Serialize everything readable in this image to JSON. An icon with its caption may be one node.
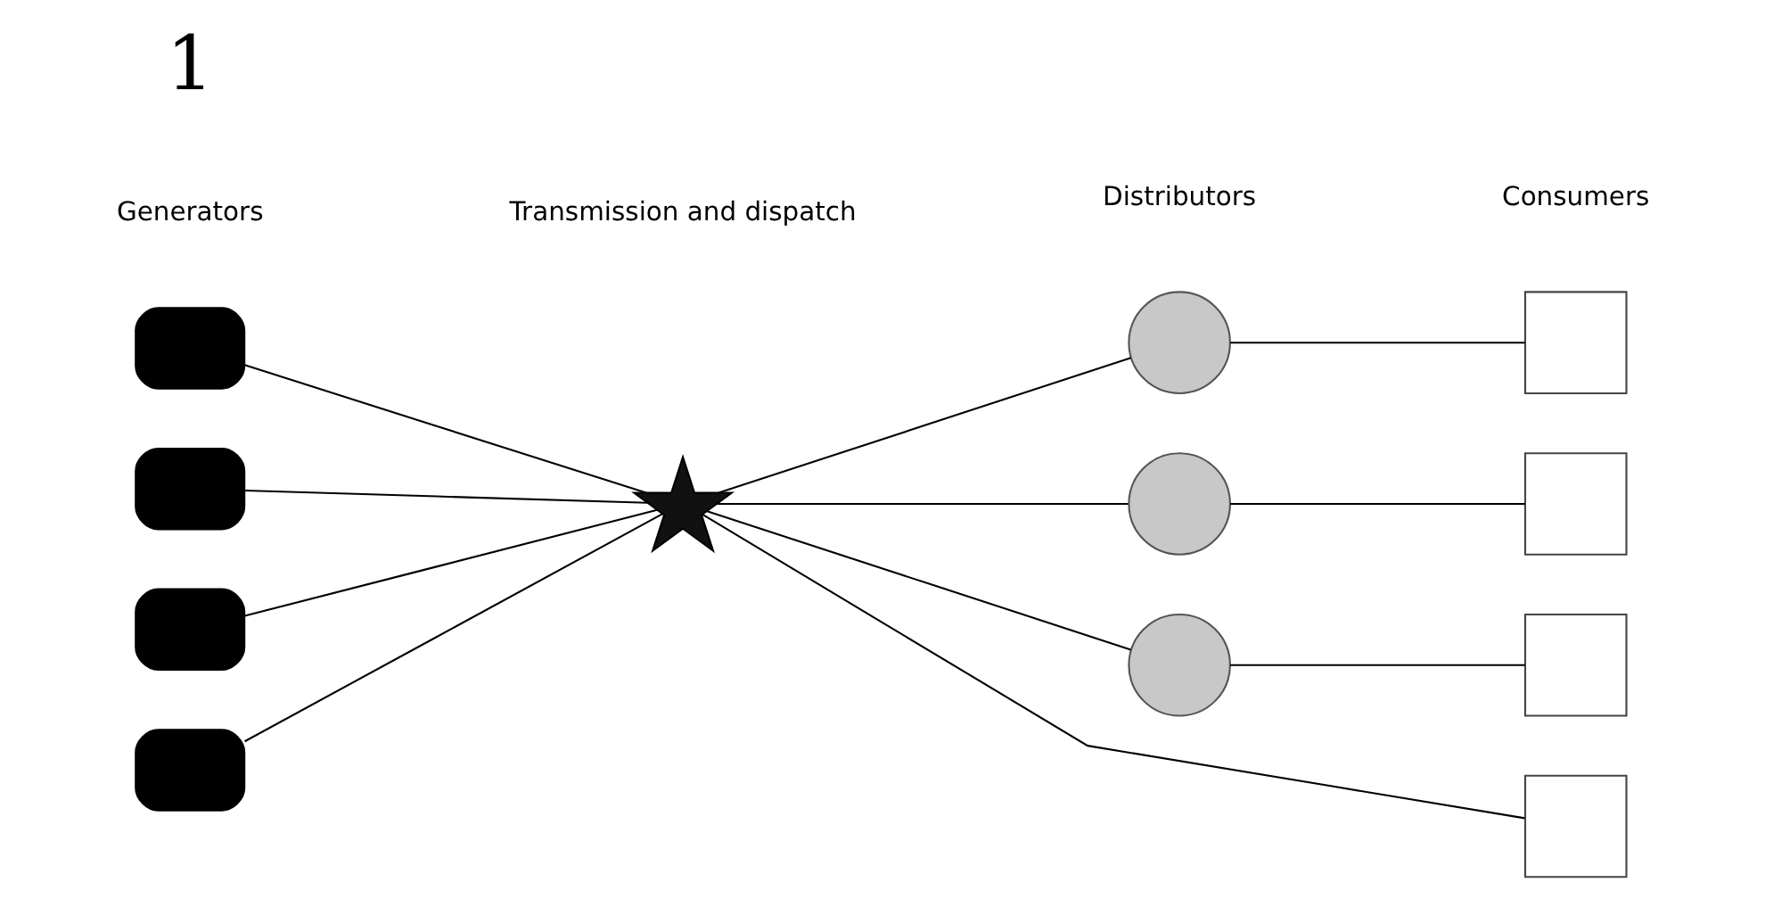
{
  "diagram": {
    "nodes": [
      {
        "text": [],
        "shape": "box"
      },
      {
        "text": [],
        "shape": "box"
      },
      {
        "text": [],
        "shape": "box"
      },
      {
        "text": [],
        "shape": "box"
      },
      {
        "text": [],
        "shape": "star"
      },
      {
        "text": [],
        "shape": "circle"
      },
      {
        "text": [],
        "shape": "circle"
      },
      {
        "text": [],
        "shape": "circle"
      },
      {
        "text": [],
        "shape": "box"
      },
      {
        "text": [],
        "shape": "box"
      },
      {
        "text": [],
        "shape": "box"
      },
      {
        "text": [],
        "shape": "box"
      }
    ],
    "edges": [
      {
        "from": 0,
        "to": 4,
        "arrow": "none"
      },
      {
        "from": 1,
        "to": 4,
        "arrow": "none"
      },
      {
        "from": 2,
        "to": 4,
        "arrow": "none"
      },
      {
        "from": 3,
        "to": 4,
        "arrow": "none"
      },
      {
        "from": 4,
        "to": 5,
        "arrow": "none"
      },
      {
        "from": 4,
        "to": 6,
        "arrow": "none"
      },
      {
        "from": 4,
        "to": 7,
        "arrow": "none"
      },
      {
        "from": 4,
        "to": 11,
        "arrow": "none"
      },
      {
        "from": 5,
        "to": 8,
        "arrow": "none"
      },
      {
        "from": 6,
        "to": 9,
        "arrow": "none"
      },
      {
        "from": 7,
        "to": 10,
        "arrow": "none"
      }
    ],
    "labels": [
      "1",
      "Generators",
      "Transmission and dispatch",
      "Distributors",
      "Consumers"
    ]
  }
}
